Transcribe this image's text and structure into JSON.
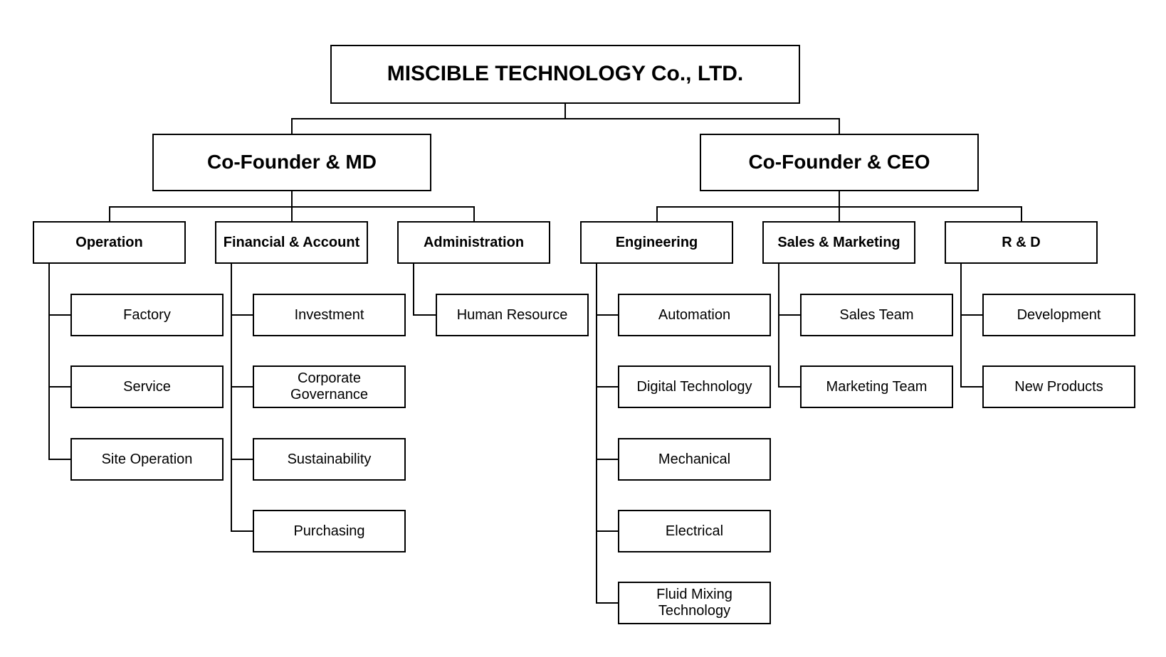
{
  "company": {
    "name": "MISCIBLE TECHNOLOGY Co., LTD."
  },
  "founders": [
    {
      "title": "Co-Founder & MD",
      "departments": [
        {
          "name": "Operation",
          "units": [
            "Factory",
            "Service",
            "Site Operation"
          ]
        },
        {
          "name": "Financial & Account",
          "units": [
            "Investment",
            "Corporate Governance",
            "Sustainability",
            "Purchasing"
          ]
        },
        {
          "name": "Administration",
          "units": [
            "Human Resource"
          ]
        }
      ]
    },
    {
      "title": "Co-Founder & CEO",
      "departments": [
        {
          "name": "Engineering",
          "units": [
            "Automation",
            "Digital Technology",
            "Mechanical",
            "Electrical",
            "Fluid Mixing Technology"
          ]
        },
        {
          "name": "Sales & Marketing",
          "units": [
            "Sales Team",
            "Marketing Team"
          ]
        },
        {
          "name": "R & D",
          "units": [
            "Development",
            "New Products"
          ]
        }
      ]
    }
  ]
}
